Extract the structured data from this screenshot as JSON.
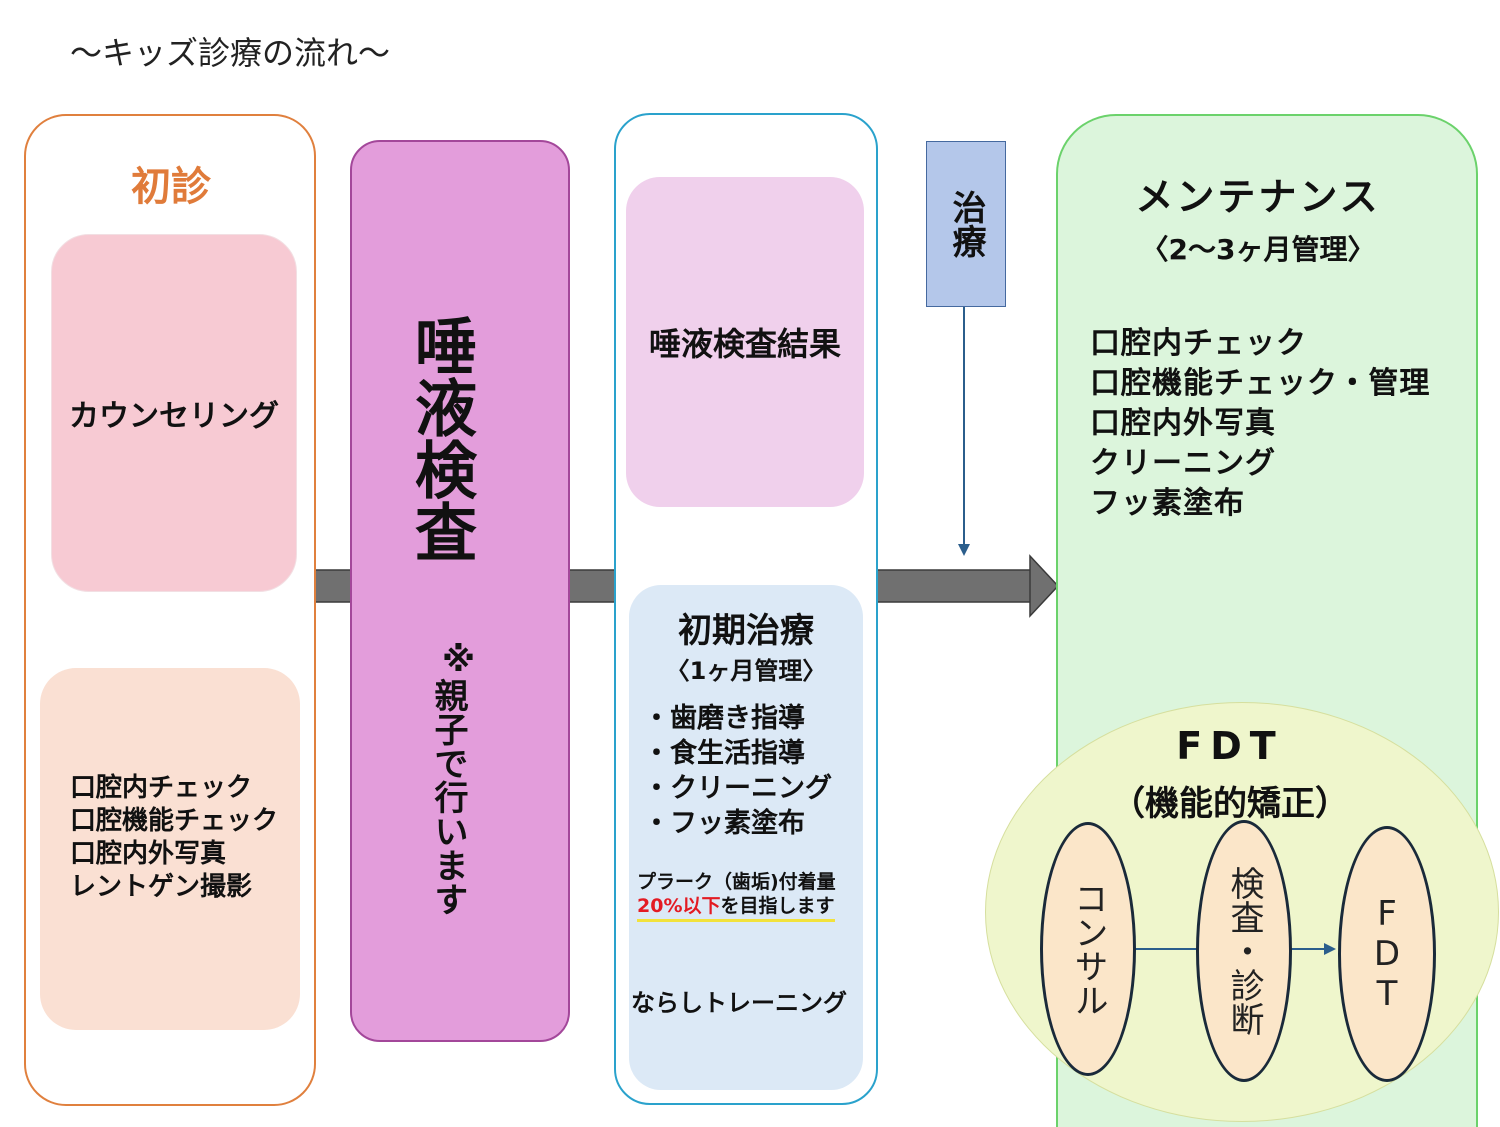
{
  "title": "〜キッズ診療の流れ〜",
  "first_visit": {
    "title": "初診",
    "counseling": "カウンセリング",
    "checks": [
      "口腔内チェック",
      "口腔機能チェック",
      "口腔内外写真",
      "レントゲン撮影"
    ]
  },
  "saliva_test": {
    "title": "唾液検査",
    "note_mark": "※",
    "note": "親子で行います"
  },
  "results": {
    "title": "唾液検査結果",
    "initial_treatment": {
      "title": "初期治療",
      "period": "〈1ヶ月管理〉",
      "items": [
        "・歯磨き指導",
        "・食生活指導",
        "・クリーニング",
        "・フッ素塗布"
      ],
      "plaque_line1": "プラーク（歯垢)付着量",
      "plaque_red": "20%以下",
      "plaque_line2_rest": "を目指します",
      "training": "ならしトレーニング"
    }
  },
  "treatment": {
    "label": "治療"
  },
  "maintenance": {
    "title": "メンテナンス",
    "period": "〈2〜3ヶ月管理〉",
    "items": [
      "口腔内チェック",
      "口腔機能チェック・管理",
      "口腔内外写真",
      "クリーニング",
      "フッ素塗布"
    ]
  },
  "fdt": {
    "title": "FDT",
    "subtitle": "（機能的矯正）",
    "steps": [
      "コンサル",
      "検査・診断",
      "FDT"
    ]
  },
  "colors": {
    "orange": "#e07b3a",
    "pink": "#e39ddb",
    "blue": "#2aa2cc",
    "green": "#6bd26b",
    "red": "#e31b23",
    "arrow": "#707070"
  }
}
